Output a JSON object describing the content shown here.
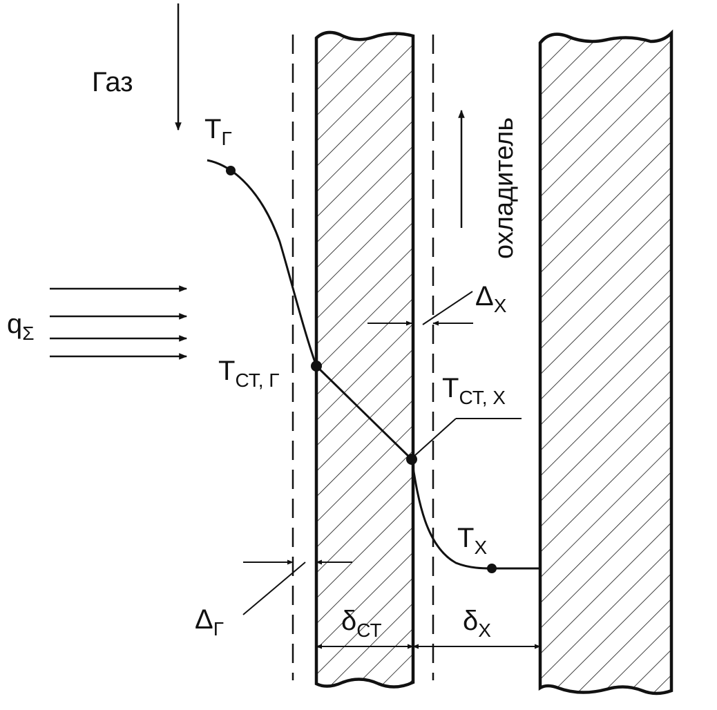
{
  "labels": {
    "gas": "Газ",
    "coolant": "охладитель",
    "heat_flux": {
      "main": "q",
      "sub": "Σ"
    },
    "t_gas": {
      "main": "T",
      "sub": "Г"
    },
    "t_wall_gas": {
      "main": "T",
      "sub": "СТ, Г"
    },
    "t_wall_cool": {
      "main": "T",
      "sub": "СТ, Х"
    },
    "t_cool": {
      "main": "T",
      "sub": "Х"
    },
    "delta_cool": {
      "main": "Δ",
      "sub": "Х"
    },
    "delta_gas": {
      "main": "Δ",
      "sub": "Г"
    },
    "delta_wall": {
      "main": "δ",
      "sub": "СТ"
    },
    "delta_channel": {
      "main": "δ",
      "sub": "Х"
    }
  },
  "colors": {
    "ink": "#111111",
    "background": "#ffffff"
  }
}
